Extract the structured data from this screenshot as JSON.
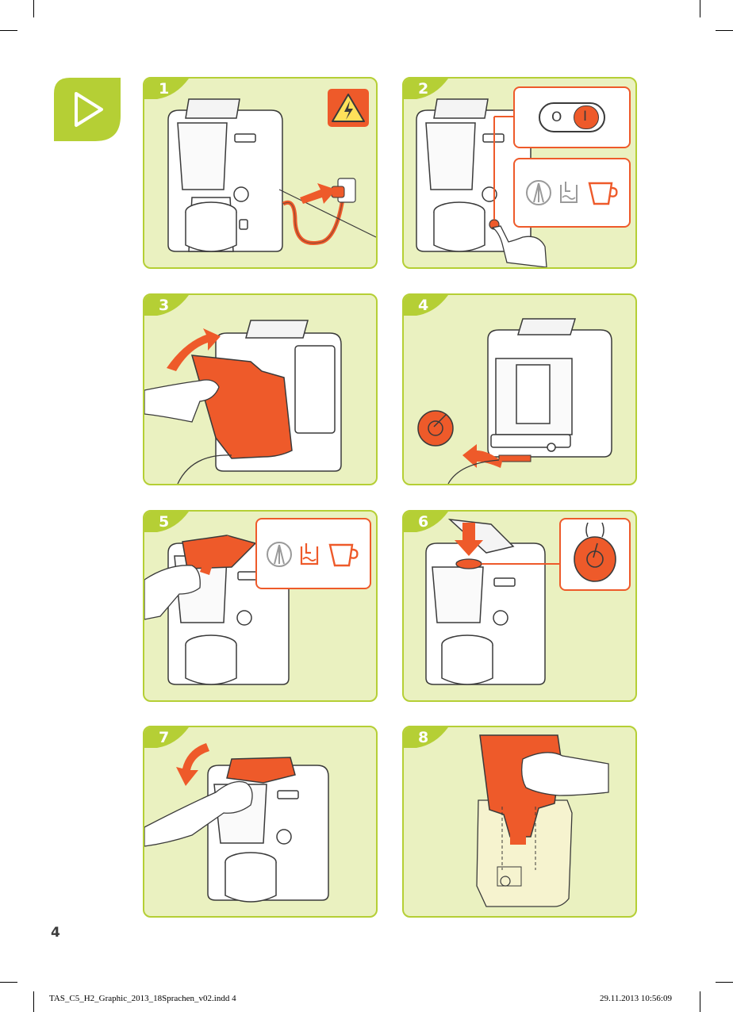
{
  "page": {
    "number": "4"
  },
  "colors": {
    "accent_green": "#b5cf35",
    "panel_bg": "#eaf1c0",
    "orange": "#ee5a2a",
    "outline": "#3a3a3a"
  },
  "icons": {
    "start": "play-icon",
    "warning": "electrical-hazard-icon"
  },
  "steps": [
    {
      "number": "1"
    },
    {
      "number": "2",
      "switch": {
        "off": "O",
        "on": "I"
      }
    },
    {
      "number": "3"
    },
    {
      "number": "4"
    },
    {
      "number": "5"
    },
    {
      "number": "6"
    },
    {
      "number": "7"
    },
    {
      "number": "8"
    }
  ],
  "footer": {
    "filename": "TAS_C5_H2_Graphic_2013_18Sprachen_v02.indd   4",
    "date": "29.11.2013   10:56:09"
  }
}
